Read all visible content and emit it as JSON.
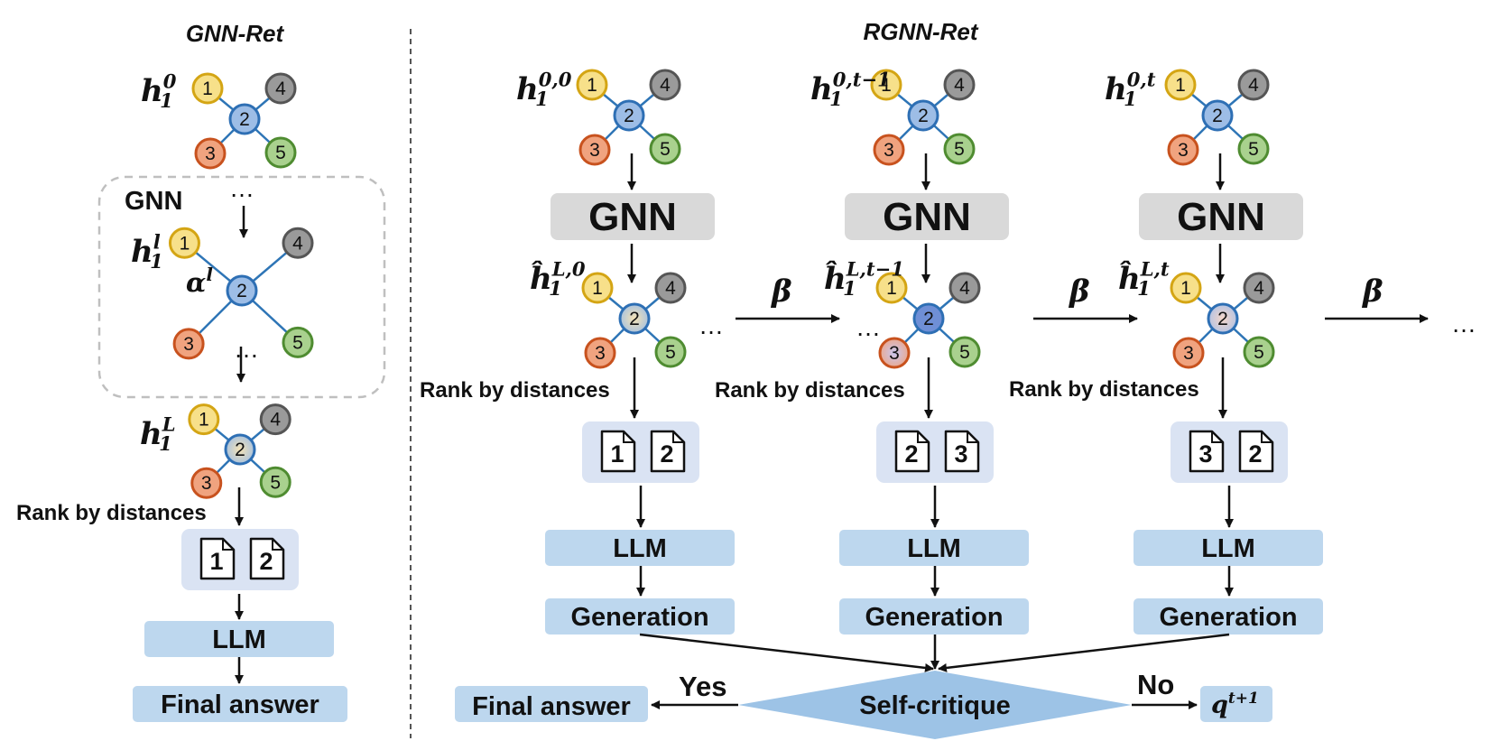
{
  "titles": {
    "left": "GNN-Ret",
    "right": "RGNN-Ret"
  },
  "labels": {
    "gnn": "GNN",
    "rank": "Rank by distances",
    "llm": "LLM",
    "generation": "Generation",
    "final_answer": "Final answer",
    "self_critique": "Self-critique",
    "yes": "Yes",
    "no": "No",
    "beta": "β",
    "ellipsis": "…",
    "alpha": "α",
    "alpha_sup": "l",
    "q": "q",
    "q_sup": "t+1"
  },
  "math": {
    "left_h0": {
      "base": "h",
      "sub": "1",
      "sup": "0"
    },
    "left_hl": {
      "base": "h",
      "sub": "1",
      "sup": "l"
    },
    "left_hL": {
      "base": "h",
      "sub": "1",
      "sup": "L"
    },
    "col1_in": {
      "base": "h",
      "sub": "1",
      "sup": "0,0"
    },
    "col2_in": {
      "base": "h",
      "sub": "1",
      "sup": "0,t−1"
    },
    "col3_in": {
      "base": "h",
      "sub": "1",
      "sup": "0,t"
    },
    "col1_out": {
      "base": "ĥ",
      "sub": "1",
      "sup": "L,0"
    },
    "col2_out": {
      "base": "ĥ",
      "sub": "1",
      "sup": "L,t−1"
    },
    "col3_out": {
      "base": "ĥ",
      "sub": "1",
      "sup": "L,t"
    }
  },
  "node_labels": [
    "1",
    "2",
    "3",
    "4",
    "5"
  ],
  "docs": {
    "left": [
      "1",
      "2"
    ],
    "col1": [
      "1",
      "2"
    ],
    "col2": [
      "2",
      "3"
    ],
    "col3": [
      "3",
      "2"
    ]
  },
  "colors": {
    "node1": "#f7e08a",
    "node1_stroke": "#d4a514",
    "node2": "#9dbde6",
    "node2_stroke": "#2e6fb4",
    "node3": "#f0a37f",
    "node3_stroke": "#c8521e",
    "node4": "#9a9a9a",
    "node4_stroke": "#555555",
    "node5": "#a9d18e",
    "node5_stroke": "#4f8c31",
    "edge": "#2e75b6",
    "gnn_box": "#d9d9d9",
    "llm_box": "#bdd7ee",
    "doc_panel": "#dae3f3",
    "diamond": "#9dc3e6",
    "dashed": "#bfbfbf"
  }
}
